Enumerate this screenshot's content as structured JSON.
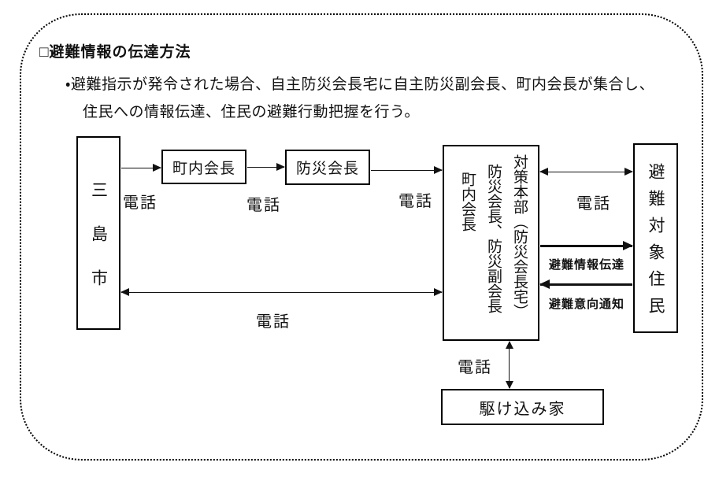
{
  "header": {
    "title": "□避難情報の伝達方法",
    "bullet_lines": [
      "・避難指示が発令された場合、自主防災会長宅に自主防災副会長、町内会長が集合し、",
      "住民への情報伝達、住民の避難行動把握を行う。"
    ]
  },
  "diagram": {
    "nodes": {
      "city": {
        "label": "三島市"
      },
      "town_chairman": {
        "label": "町内会長"
      },
      "disaster_chairman": {
        "label": "防災会長"
      },
      "headquarters": {
        "line1": "対策本部（防災会長宅）",
        "line2": "防災会長、防災副会長",
        "line3": "町内会長"
      },
      "evacuation_residents": {
        "label": "避難対象住民"
      },
      "refuge_house": {
        "label": "駆け込み家"
      }
    },
    "edge_labels": {
      "phone_city_to_town": "電話",
      "phone_town_to_disaster": "電話",
      "phone_disaster_to_hq": "電話",
      "phone_city_hq": "電話",
      "phone_hq_residents": "電話",
      "evacuation_info": "避難情報伝達",
      "evacuation_intent": "避難意向通知",
      "phone_hq_refuge": "電話"
    }
  },
  "colors": {
    "ink": "#111111",
    "background": "#ffffff"
  }
}
